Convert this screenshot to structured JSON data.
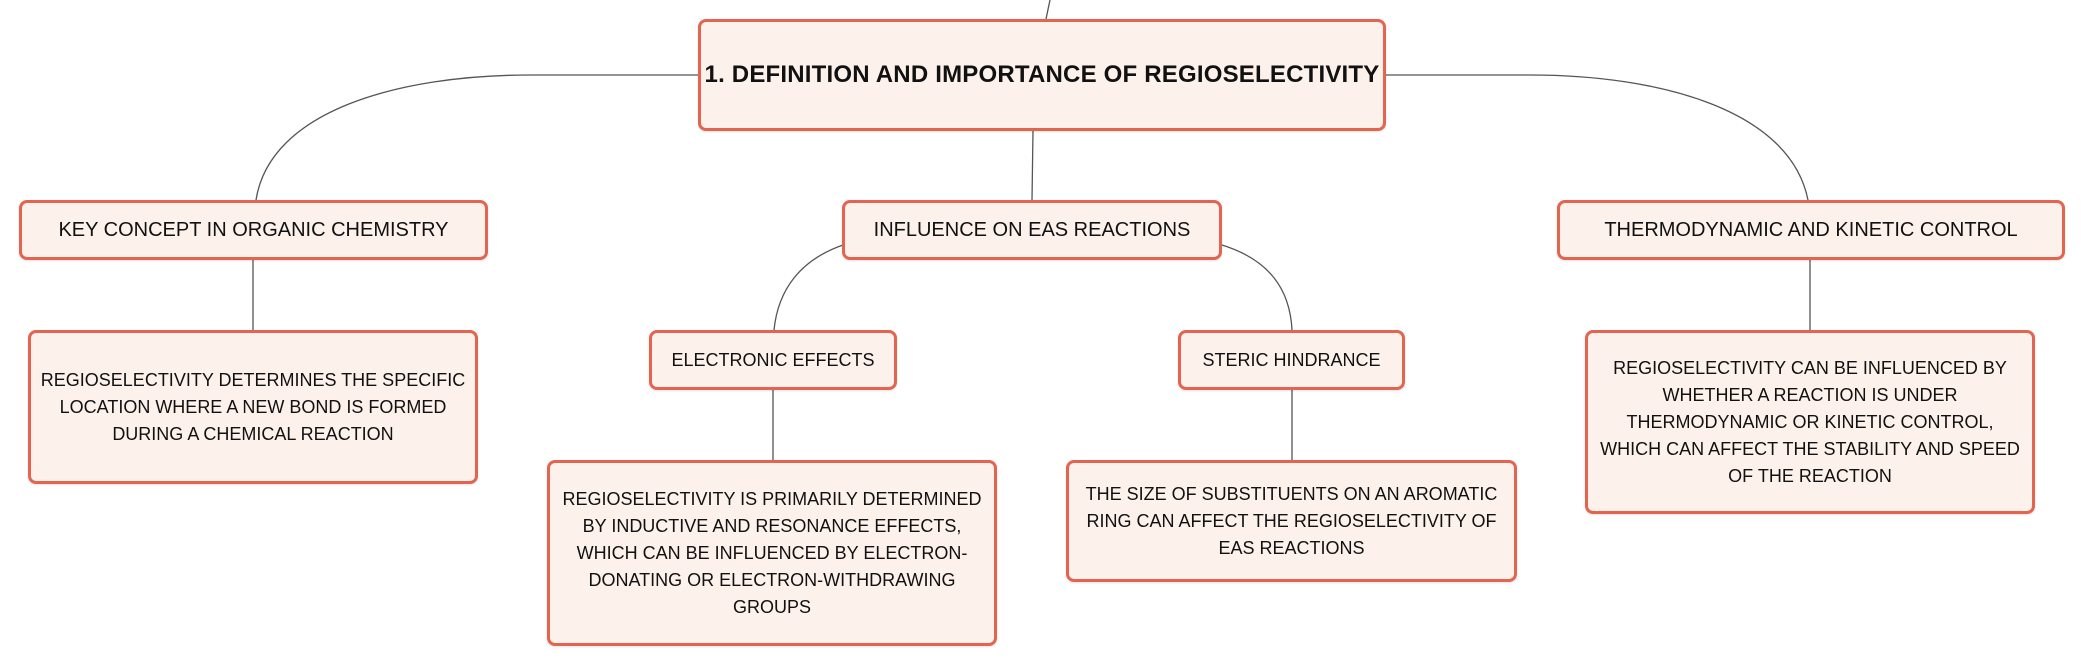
{
  "colors": {
    "node_border": "#e3654f",
    "node_fill": "#fdf1ec",
    "connector": "#555555"
  },
  "mindmap": {
    "root": {
      "label": "1. DEFINITION AND IMPORTANCE OF REGIOSELECTIVITY"
    },
    "branches": [
      {
        "label": "KEY CONCEPT IN ORGANIC CHEMISTRY",
        "detail": "REGIOSELECTIVITY DETERMINES THE SPECIFIC LOCATION WHERE A NEW BOND IS FORMED DURING A CHEMICAL REACTION"
      },
      {
        "label": "INFLUENCE ON EAS REACTIONS",
        "children": [
          {
            "label": "ELECTRONIC EFFECTS",
            "detail": "REGIOSELECTIVITY IS PRIMARILY DETERMINED BY INDUCTIVE AND RESONANCE EFFECTS, WHICH CAN BE INFLUENCED BY ELECTRON-DONATING OR ELECTRON-WITHDRAWING GROUPS"
          },
          {
            "label": "STERIC HINDRANCE",
            "detail": "THE SIZE OF SUBSTITUENTS ON AN AROMATIC RING CAN AFFECT THE REGIOSELECTIVITY OF EAS REACTIONS"
          }
        ]
      },
      {
        "label": "THERMODYNAMIC AND KINETIC CONTROL",
        "detail": "REGIOSELECTIVITY CAN BE INFLUENCED BY WHETHER A REACTION IS UNDER THERMODYNAMIC OR KINETIC CONTROL, WHICH CAN AFFECT THE STABILITY AND SPEED OF THE REACTION"
      }
    ]
  }
}
